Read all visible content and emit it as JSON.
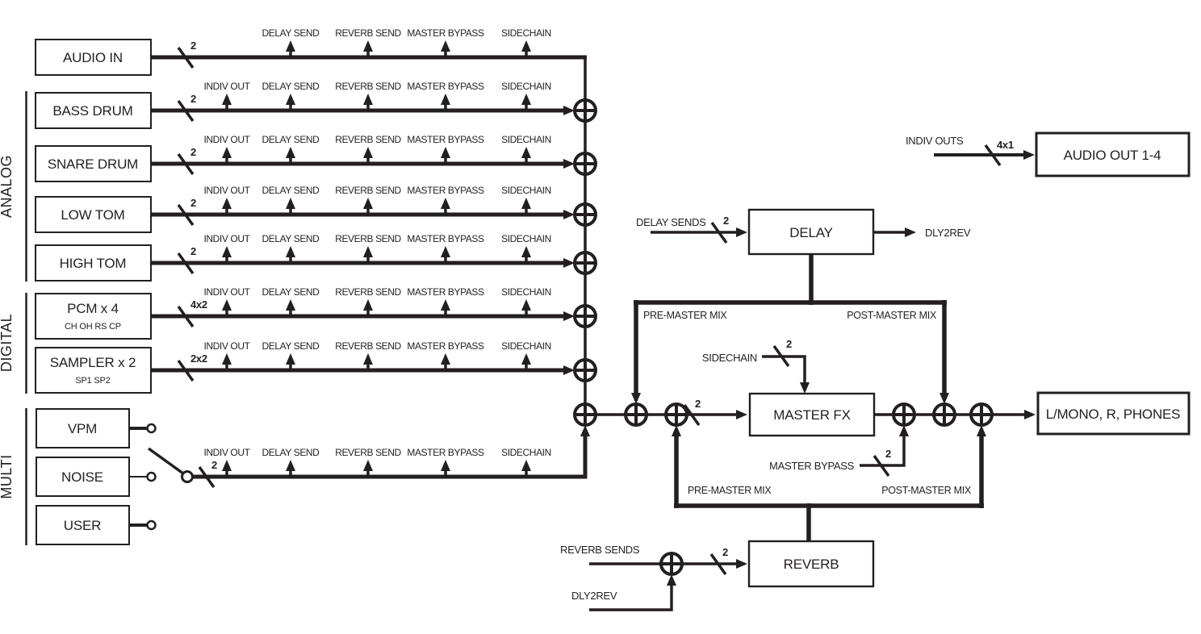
{
  "groups": {
    "analog": "ANALOG",
    "digital": "DIGITAL",
    "multi": "MULTI"
  },
  "channels": {
    "audio_in": {
      "label": "AUDIO IN",
      "bus": "2"
    },
    "bass": {
      "label": "BASS DRUM",
      "bus": "2"
    },
    "snare": {
      "label": "SNARE DRUM",
      "bus": "2"
    },
    "low_tom": {
      "label": "LOW TOM",
      "bus": "2"
    },
    "high_tom": {
      "label": "HIGH TOM",
      "bus": "2"
    },
    "pcm": {
      "label": "PCM x 4",
      "sub": "CH OH RS CP",
      "bus": "4x2"
    },
    "sampler": {
      "label": "SAMPLER x 2",
      "sub": "SP1 SP2",
      "bus": "2x2"
    },
    "vpm": {
      "label": "VPM"
    },
    "noise": {
      "label": "NOISE"
    },
    "user": {
      "label": "USER"
    },
    "multi_bus": "2"
  },
  "sends": {
    "indiv_out": "INDIV OUT",
    "delay_send": "DELAY SEND",
    "reverb_send": "REVERB SEND",
    "master_bypass": "MASTER BYPASS",
    "sidechain": "SIDECHAIN"
  },
  "outputs": {
    "indiv_outs_label": "INDIV OUTS",
    "indiv_outs_bus": "4x1",
    "audio_out_box": "AUDIO OUT 1-4",
    "main_out_box": "L/MONO, R, PHONES"
  },
  "delay": {
    "sends_label": "DELAY SENDS",
    "bus": "2",
    "box": "DELAY",
    "to_reverb": "DLY2REV"
  },
  "reverb": {
    "sends_label": "REVERB SENDS",
    "bus": "2",
    "box": "REVERB",
    "from_delay": "DLY2REV"
  },
  "master": {
    "box": "MASTER FX",
    "in_bus": "2",
    "sidechain_label": "SIDECHAIN",
    "sidechain_bus": "2",
    "bypass_label": "MASTER BYPASS",
    "bypass_bus": "2"
  },
  "mix": {
    "pre": "PRE-MASTER MIX",
    "post": "POST-MASTER MIX"
  },
  "colors": {
    "ink": "#231f20",
    "background": "#ffffff"
  }
}
